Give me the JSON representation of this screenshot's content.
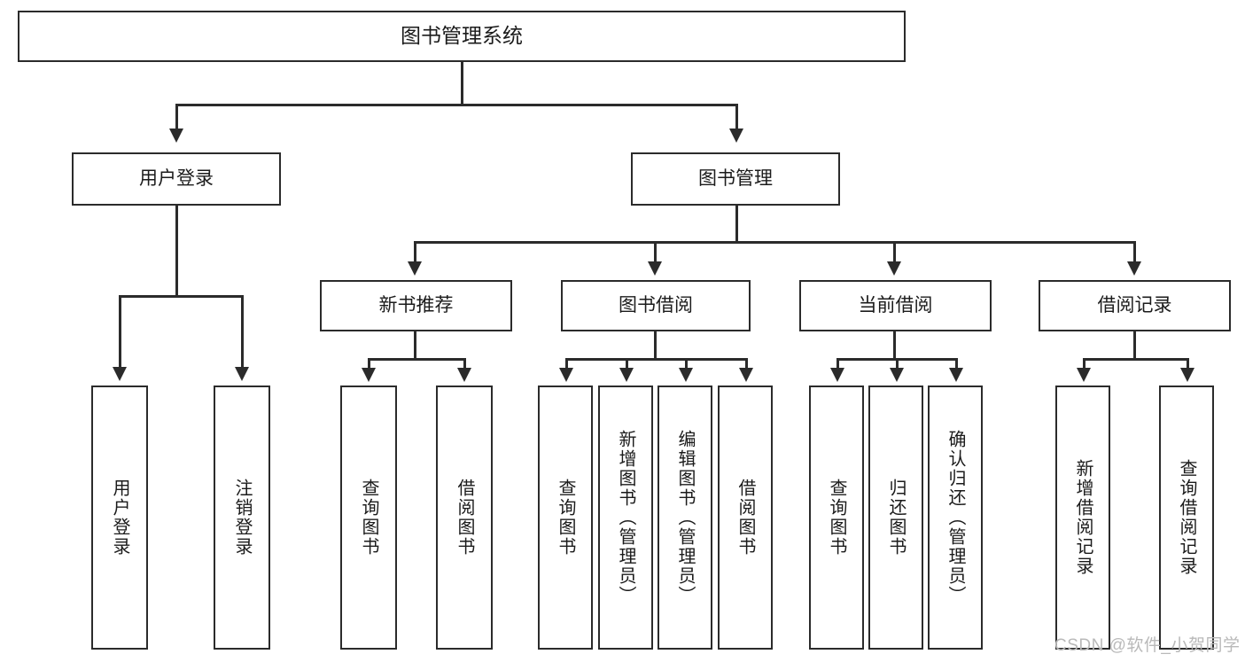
{
  "diagram": {
    "type": "tree",
    "title": "图书管理系统",
    "root": {
      "label": "图书管理系统"
    },
    "level1": [
      {
        "label": "用户登录"
      },
      {
        "label": "图书管理"
      }
    ],
    "level2": [
      {
        "label": "新书推荐"
      },
      {
        "label": "图书借阅"
      },
      {
        "label": "当前借阅"
      },
      {
        "label": "借阅记录"
      }
    ],
    "leaves": {
      "user_login": [
        {
          "label": "用户登录"
        },
        {
          "label": "注销登录"
        }
      ],
      "new_book_recommend": [
        {
          "label": "查询图书"
        },
        {
          "label": "借阅图书"
        }
      ],
      "book_borrow": [
        {
          "label": "查询图书"
        },
        {
          "label": "新增图书（管理员）"
        },
        {
          "label": "编辑图书（管理员）"
        },
        {
          "label": "借阅图书"
        }
      ],
      "current_borrow": [
        {
          "label": "查询图书"
        },
        {
          "label": "归还图书"
        },
        {
          "label": "确认归还（管理员）"
        }
      ],
      "borrow_record": [
        {
          "label": "新增借阅记录"
        },
        {
          "label": "查询借阅记录"
        }
      ]
    }
  },
  "watermark": {
    "text": "CSDN @软件_小贺同学"
  },
  "colors": {
    "border": "#2b2b2b",
    "text": "#1b1b1b",
    "background": "#ffffff",
    "watermark": "#b9b9b9"
  }
}
